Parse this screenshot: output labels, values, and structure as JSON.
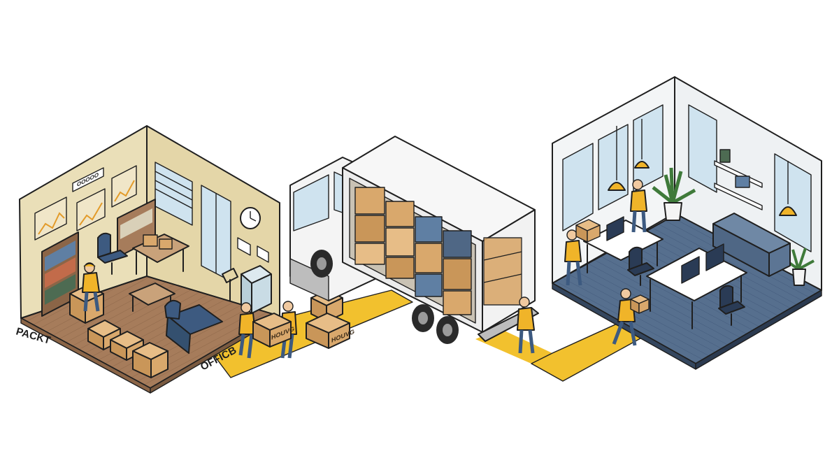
{
  "labels": {
    "left_room": "PACKT",
    "path": "OFFICB",
    "box_left": "HOUVG",
    "box_center": "HOUVG",
    "wall_sign": "OOOOO"
  },
  "colors": {
    "path": "#f2c12e",
    "worker_shirt": "#f0b429",
    "worker_pants": "#3d5a80",
    "box": "#d9a86c",
    "old_wall": "#e9dcb5",
    "old_floor": "#a67c5b",
    "new_floor": "#4f6785",
    "glass": "#cfe3ef"
  },
  "icons": [
    "clock-icon",
    "plant-icon",
    "lamp-icon",
    "monitor-icon",
    "chair-icon",
    "truck-icon",
    "box-icon",
    "worker-icon"
  ]
}
